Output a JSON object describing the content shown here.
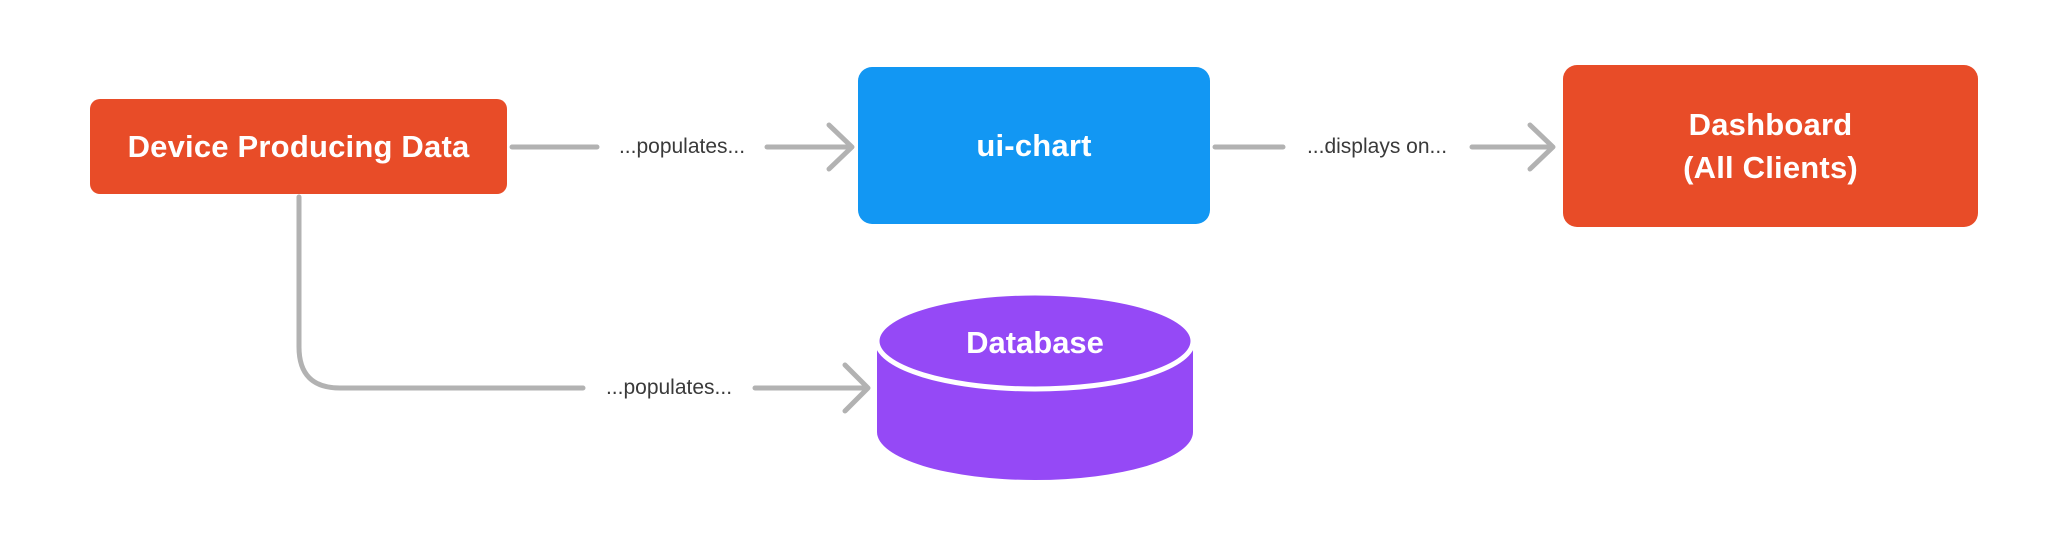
{
  "diagram": {
    "background_color": "#FFFFFF",
    "nodes": {
      "device": {
        "label": "Device Producing Data",
        "color": "#E84C28",
        "text_color": "#FFFFFF",
        "shape": "rounded-rectangle"
      },
      "ui_chart": {
        "label": "ui-chart",
        "color": "#1297F3",
        "text_color": "#FFFFFF",
        "shape": "rounded-rectangle"
      },
      "dashboard": {
        "label_line1": "Dashboard",
        "label_line2": "(All Clients)",
        "color": "#E84C28",
        "text_color": "#FFFFFF",
        "shape": "rounded-rectangle"
      },
      "database": {
        "label": "Database",
        "color": "#9549F6",
        "divider_color": "#FFFFFF",
        "text_color": "#FFFFFF",
        "shape": "cylinder"
      }
    },
    "edges": {
      "line_color": "#B2B2B2",
      "label_color": "#3A3A3A",
      "device_to_uichart": {
        "label": "...populates...",
        "from": "device",
        "to": "ui_chart"
      },
      "uichart_to_dashboard": {
        "label": "...displays on...",
        "from": "ui_chart",
        "to": "dashboard"
      },
      "device_to_database": {
        "label": "...populates...",
        "from": "device",
        "to": "database"
      }
    }
  }
}
